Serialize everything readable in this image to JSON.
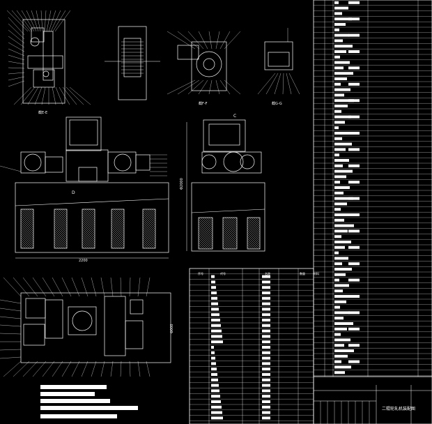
{
  "drawing": {
    "section_views": [
      "截E-E",
      "截F-F",
      "截G-G"
    ],
    "marker_c": "C",
    "marker_d": "D",
    "width_dim": "2200",
    "height_dim": "Φ2000",
    "plan_height_dim": "Φ000"
  },
  "colors": {
    "background": "#000000",
    "line": "#ffffff",
    "accent": "#e8e8e8"
  },
  "table": {
    "header": [
      "序号",
      "代号",
      "名称",
      "数量",
      "材料"
    ],
    "title_block": "二辊轮轧机装配图"
  },
  "legend_lines": [
    "",
    "",
    "",
    "",
    ""
  ]
}
